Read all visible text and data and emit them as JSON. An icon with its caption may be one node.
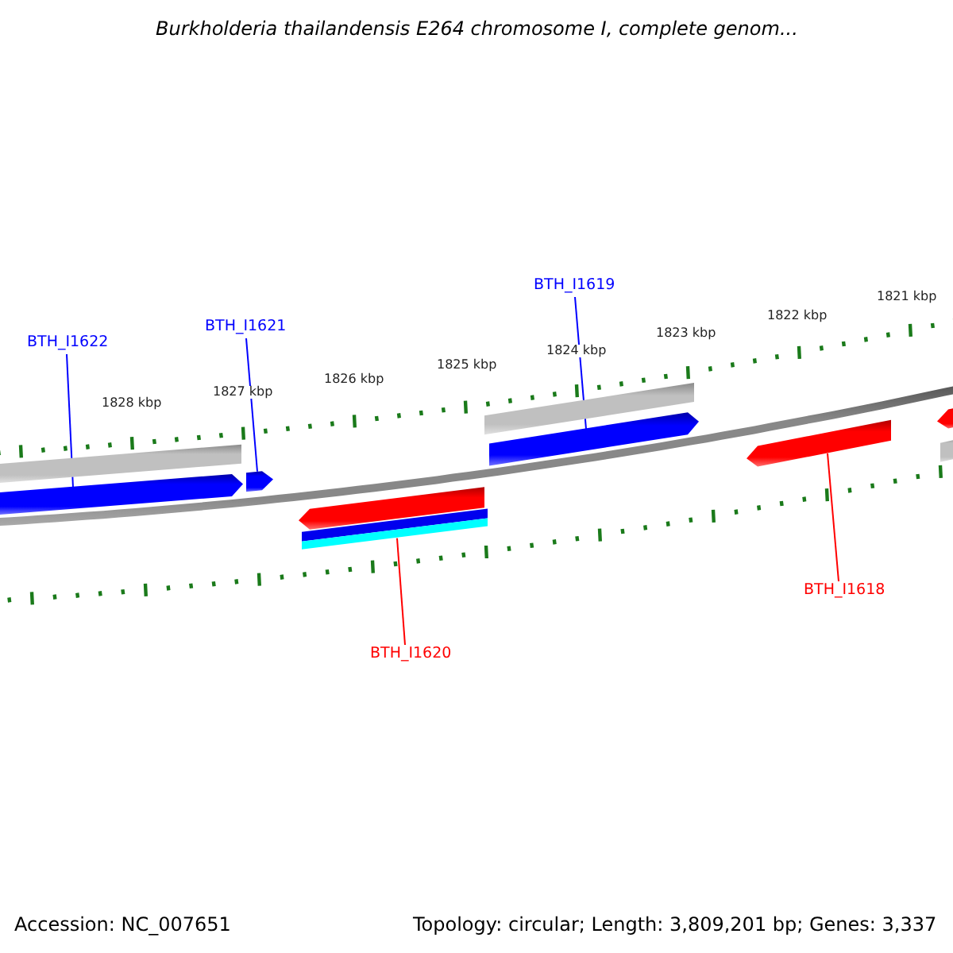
{
  "diagram": {
    "title": "Burkholderia thailandensis E264 chromosome I, complete genom...",
    "nodes": [
      {
        "text": [
          "BTH_I1622"
        ]
      },
      {
        "text": [
          "BTH_I1621"
        ]
      },
      {
        "text": [
          "BTH_I1619"
        ]
      },
      {
        "text": [
          "BTH_I1620"
        ]
      },
      {
        "text": [
          "BTH_I1618"
        ]
      },
      {
        "text": [],
        "shape": "arrow"
      },
      {
        "text": [],
        "shape": "arrow"
      },
      {
        "text": [],
        "shape": "arrow"
      },
      {
        "text": [],
        "shape": "arrow"
      },
      {
        "text": [],
        "shape": "arrow"
      },
      {
        "text": [],
        "shape": "bar"
      },
      {
        "text": [],
        "shape": "bar"
      },
      {
        "text": [],
        "shape": "arrow"
      },
      {
        "text": [],
        "shape": "bar"
      }
    ],
    "edges": [
      {
        "from": 0,
        "to": 5,
        "arrow": "none",
        "color": "#0000ff"
      },
      {
        "from": 1,
        "to": 6,
        "arrow": "none",
        "color": "#0000ff"
      },
      {
        "from": 2,
        "to": 7,
        "arrow": "none",
        "color": "#0000ff"
      },
      {
        "from": 3,
        "to": 8,
        "arrow": "none",
        "color": "#ff0000"
      },
      {
        "from": 4,
        "to": 9,
        "arrow": "none",
        "color": "#ff0000"
      }
    ],
    "labels": [
      "1828 kbp",
      "1827 kbp",
      "1826 kbp",
      "1825 kbp",
      "1824 kbp",
      "1823 kbp",
      "1822 kbp",
      "1821 kbp",
      "Accession: NC_007651",
      "Topology: circular; Length: 3,809,201 bp; Genes: 3,337"
    ]
  }
}
